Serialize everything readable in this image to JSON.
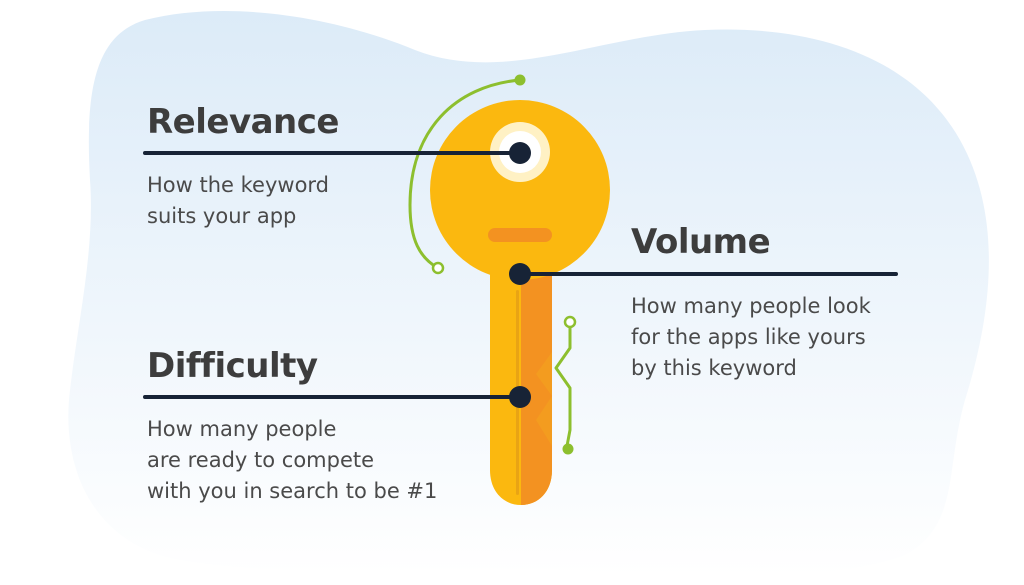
{
  "sections": {
    "relevance": {
      "title": "Relevance",
      "lines": [
        "How the keyword",
        "suits your app"
      ]
    },
    "volume": {
      "title": "Volume",
      "lines": [
        "How many people look",
        "for the apps like yours",
        "by this keyword"
      ]
    },
    "difficulty": {
      "title": "Difficulty",
      "lines": [
        "How many people",
        "are ready to compete",
        "with you in search to be #1"
      ]
    }
  },
  "colors": {
    "blob_top": "#dcebf8",
    "blob_bottom": "#ffffff",
    "key_yellow": "#fbb80f",
    "key_orange": "#f39221",
    "key_notch": "#f39c1f",
    "eye_ring": "#fff1c4",
    "connector": "#172336",
    "circuit": "#8dbf2e",
    "heading_text": "#3d3d3d",
    "body_text": "#4a4a4a"
  }
}
